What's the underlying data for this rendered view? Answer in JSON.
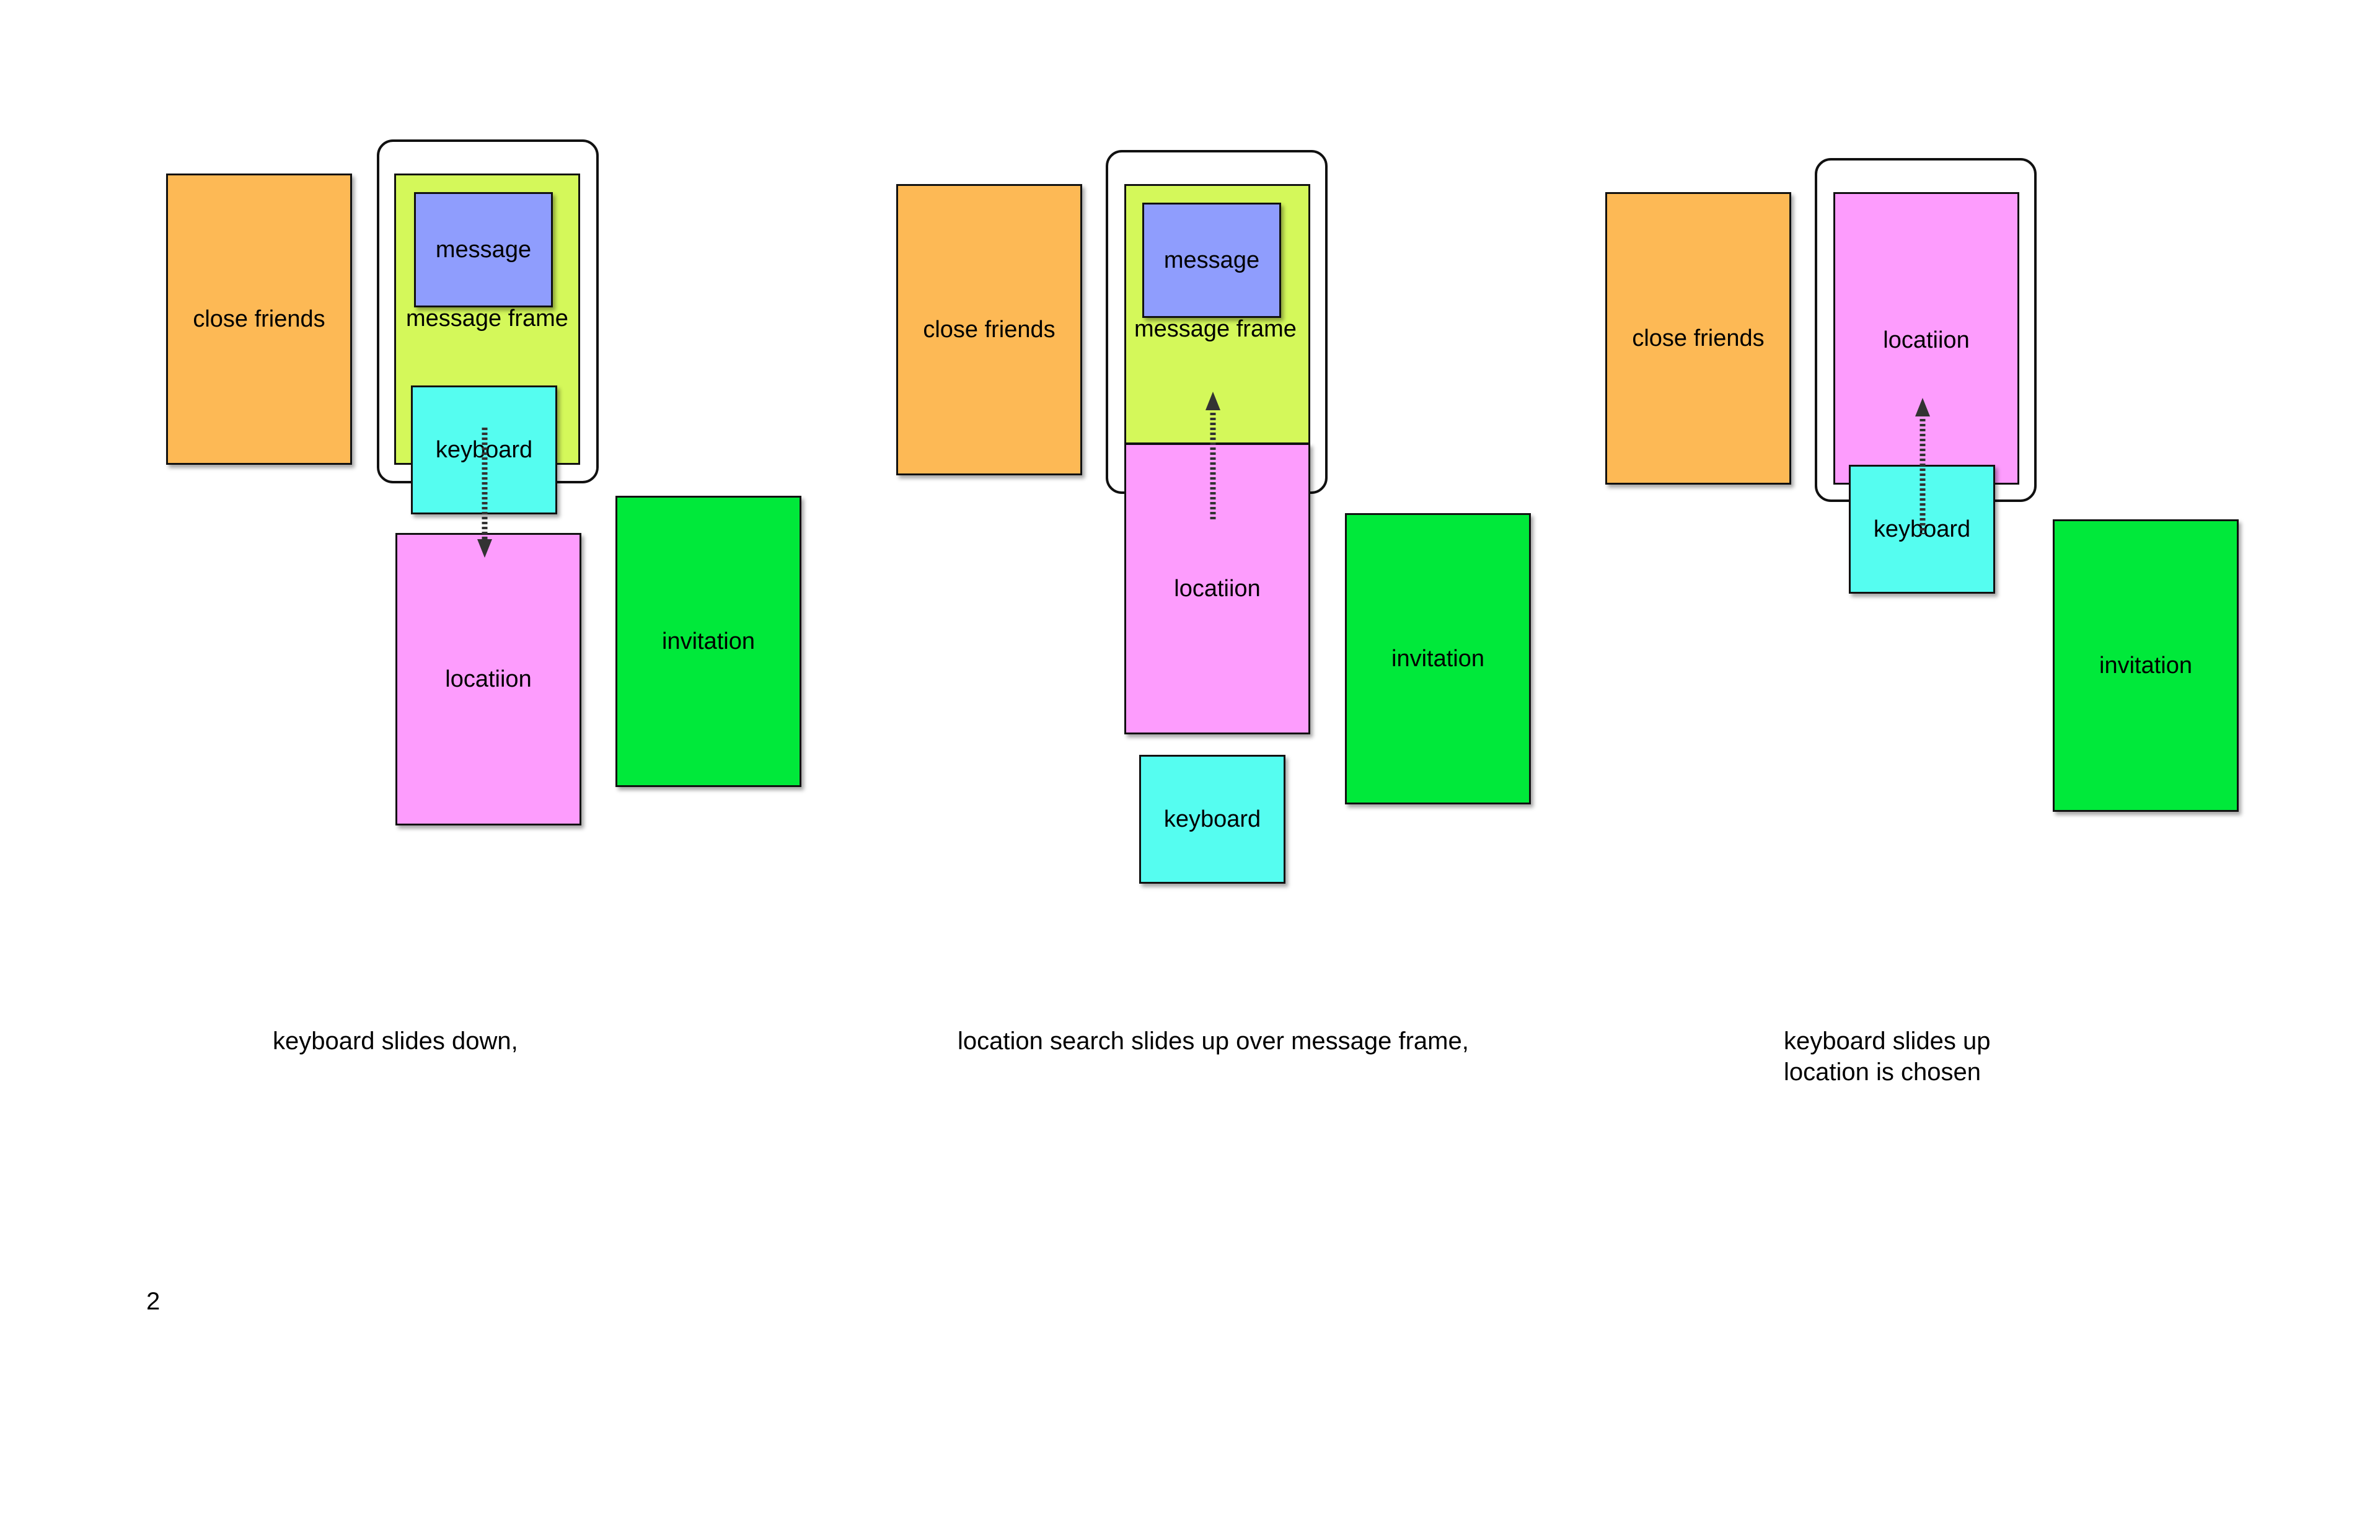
{
  "colors": {
    "close_friends": "#FDB955",
    "message_frame": "#D4F85A",
    "message": "#8F9DFD",
    "keyboard": "#55FDF0",
    "location": "#FD9CFD",
    "invitation": "#00E93A"
  },
  "diagrams": [
    {
      "close_friends": "close friends",
      "message": "message",
      "message_frame": "message frame",
      "keyboard": "keyboard",
      "location": "locatiion",
      "invitation": "invitation",
      "caption_lines": [
        "keyboard slides down,"
      ]
    },
    {
      "close_friends": "close friends",
      "message": "message",
      "message_frame": "message frame",
      "keyboard": "keyboard",
      "location": "locatiion",
      "invitation": "invitation",
      "caption_lines": [
        "location search slides up over message frame,"
      ]
    },
    {
      "close_friends": "close friends",
      "keyboard": "keyboard",
      "location": "locatiion",
      "invitation": "invitation",
      "caption_lines": [
        "keyboard slides up",
        "location is chosen"
      ]
    }
  ],
  "page_number": "2"
}
